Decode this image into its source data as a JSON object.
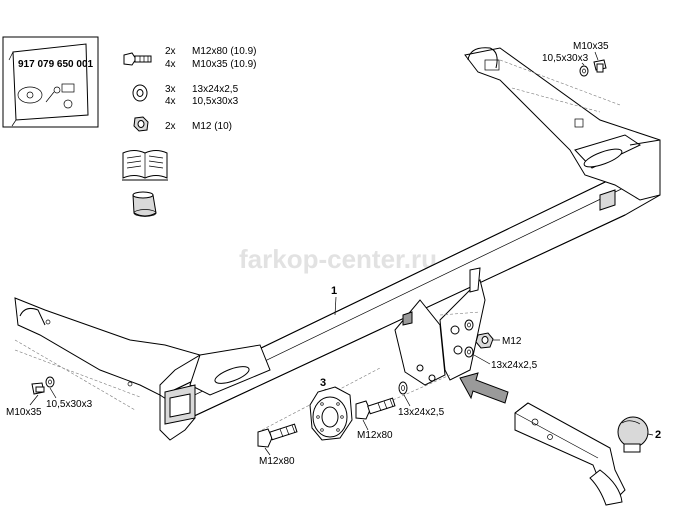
{
  "kit_box": {
    "part_number": "917 079 650 001"
  },
  "contents_legend": [
    {
      "qty": "2x",
      "spec": "M12x80 (10.9)",
      "icon": "bolt-icon"
    },
    {
      "qty": "4x",
      "spec": "M10x35 (10.9)",
      "icon": "bolt-icon"
    },
    {
      "qty": "3x",
      "spec": "13x24x2,5",
      "icon": "washer-icon"
    },
    {
      "qty": "4x",
      "spec": "10,5x30x3",
      "icon": "washer-icon"
    },
    {
      "qty": "2x",
      "spec": "M12 (10)",
      "icon": "nut-icon"
    }
  ],
  "extra_icons": [
    "manual-book-icon",
    "ball-cap-icon"
  ],
  "watermark": "farkop-center.ru",
  "callouts": {
    "part_1": "1",
    "part_2": "2",
    "part_3": "3",
    "bolt_top_right": "M10x35",
    "washer_top_right": "10,5x30x3",
    "bolt_left": "M10x35",
    "washer_left": "10,5x30x3",
    "nut_right": "M12",
    "washer_right_upper": "13x24x2,5",
    "washer_right_lower": "13x24x2,5",
    "bolt_center": "M12x80",
    "bolt_lower": "M12x80"
  },
  "colors": {
    "line": "#000000",
    "watermark": "#e2e2e2",
    "fill": "#ffffff",
    "shade": "#d9d9d9"
  }
}
